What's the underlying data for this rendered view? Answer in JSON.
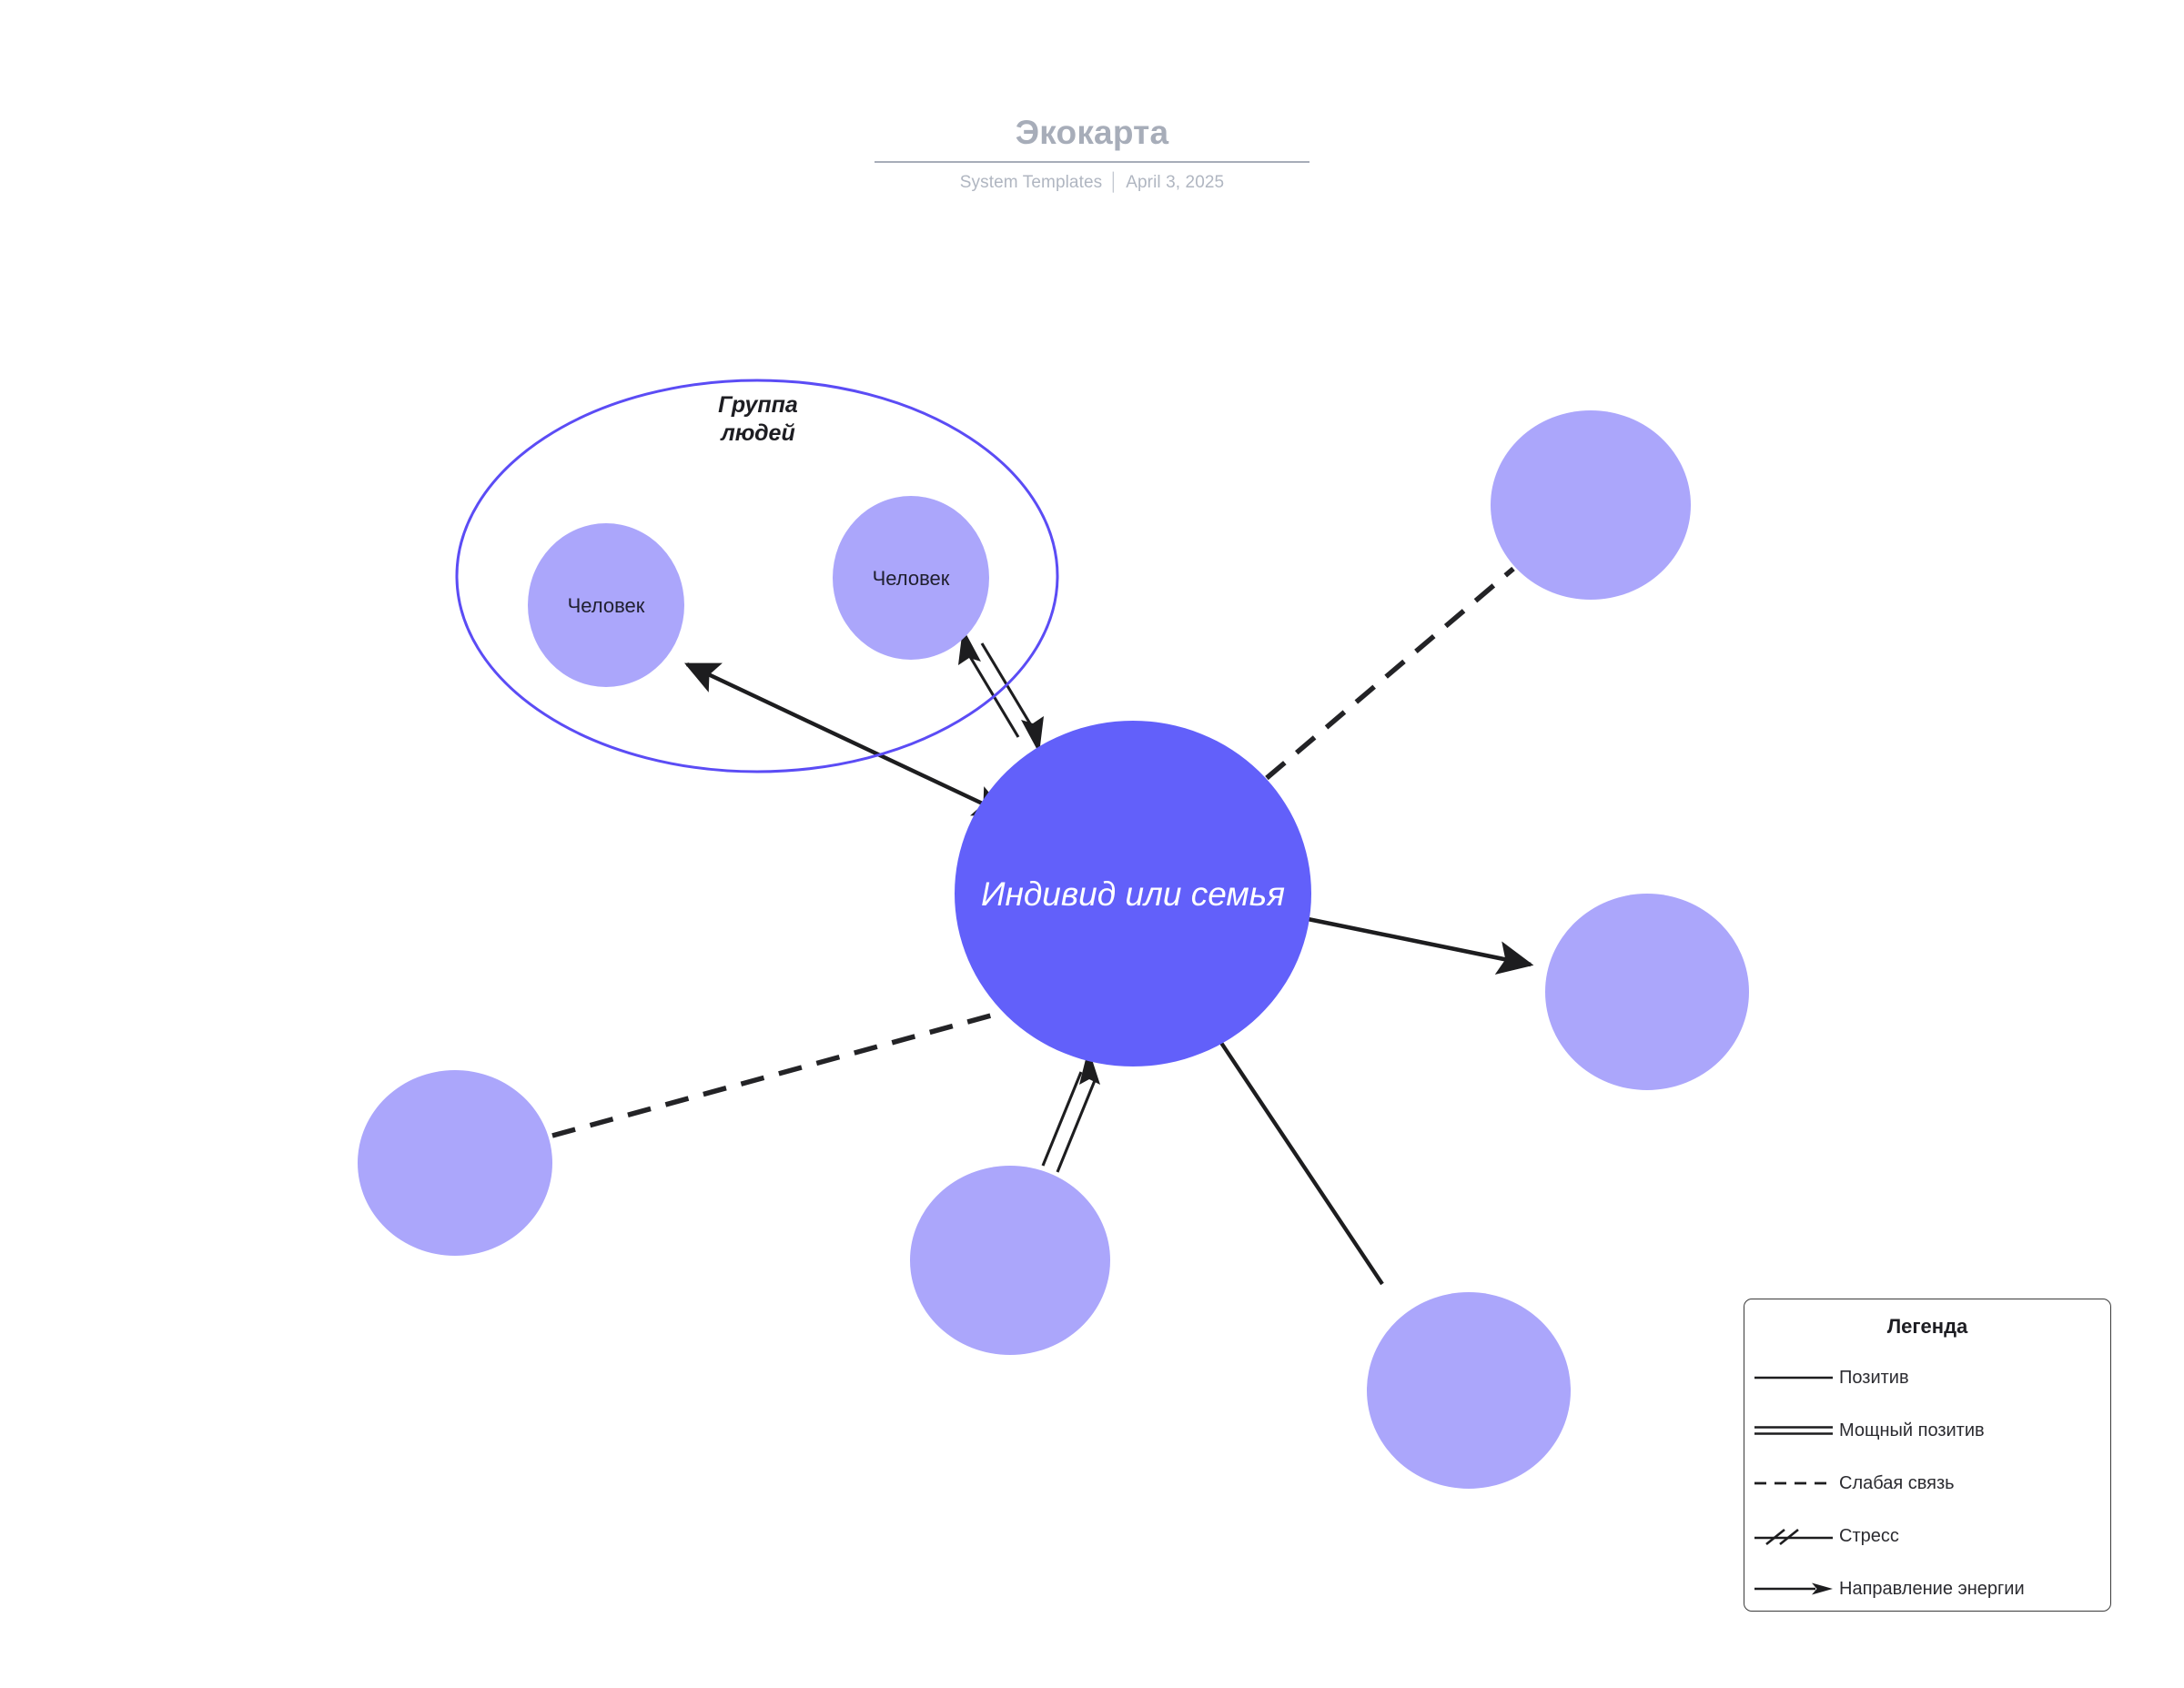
{
  "header": {
    "title": "Экокарта",
    "source": "System Templates",
    "separator": "│",
    "date": "April 3, 2025"
  },
  "diagram": {
    "center_node": {
      "label": "Индивид или семья",
      "color": "#6260fa"
    },
    "group": {
      "label_line1": "Группа",
      "label_line2": "людей",
      "stroke": "#5b4cf5",
      "members": [
        {
          "label": "Человек"
        },
        {
          "label": "Человек"
        }
      ]
    },
    "satellite_color": "#aba6fb",
    "satellites": [
      {
        "name": "top-right",
        "link": "weak"
      },
      {
        "name": "right",
        "link": "energy-direction"
      },
      {
        "name": "bottom-right",
        "link": "positive"
      },
      {
        "name": "bottom-center",
        "link": "strong-positive"
      },
      {
        "name": "bottom-left",
        "link": "weak"
      }
    ]
  },
  "legend": {
    "title": "Легенда",
    "items": [
      {
        "style": "solid",
        "label": "Позитив"
      },
      {
        "style": "double",
        "label": "Мощный позитив"
      },
      {
        "style": "dashed",
        "label": "Слабая связь"
      },
      {
        "style": "stress",
        "label": "Стресс"
      },
      {
        "style": "arrow",
        "label": "Направление энергии"
      }
    ]
  }
}
